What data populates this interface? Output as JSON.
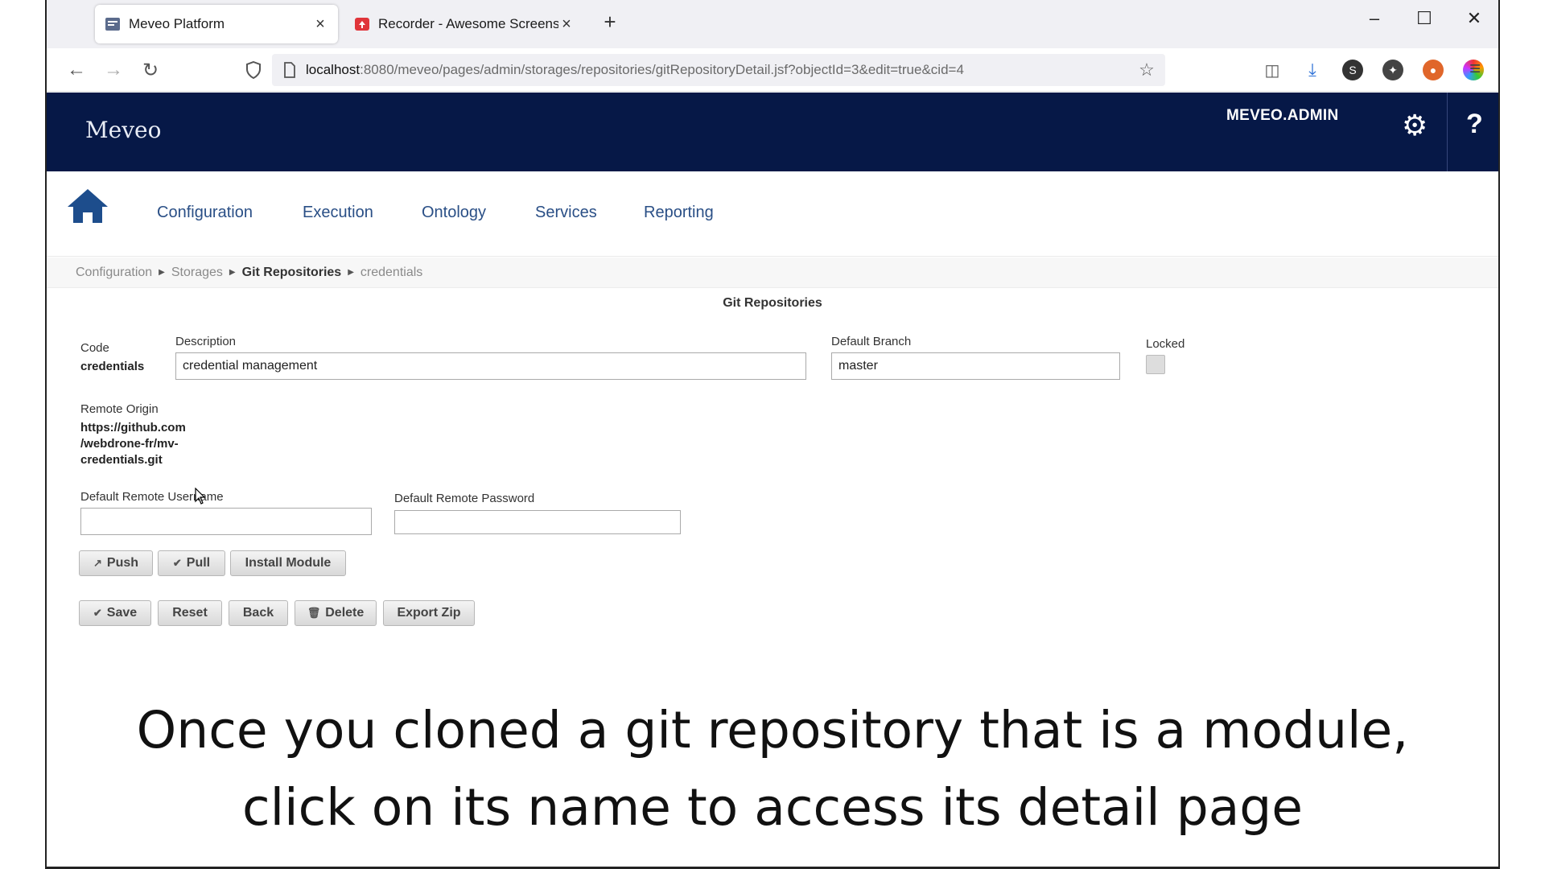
{
  "browser": {
    "tabs": [
      {
        "title": "Meveo Platform",
        "active": true
      },
      {
        "title": "Recorder - Awesome Screensho",
        "active": false
      }
    ],
    "new_tab_label": "+",
    "url_host": "localhost",
    "url_rest": ":8080/meveo/pages/admin/storages/repositories/gitRepositoryDetail.jsf?objectId=3&edit=true&cid=4"
  },
  "app": {
    "brand": "Meveo",
    "username": "MEVEO.ADMIN",
    "accent": "#061847"
  },
  "menu": {
    "items": [
      "Configuration",
      "Execution",
      "Ontology",
      "Services",
      "Reporting"
    ]
  },
  "breadcrumb": {
    "items": [
      "Configuration",
      "Storages",
      "Git Repositories",
      "credentials"
    ]
  },
  "form": {
    "title": "Git Repositories",
    "code_label": "Code",
    "code_value": "credentials",
    "description_label": "Description",
    "description_value": "credential management",
    "default_branch_label": "Default Branch",
    "default_branch_value": "master",
    "locked_label": "Locked",
    "remote_origin_label": "Remote Origin",
    "remote_origin_lines": [
      "https://github.com",
      "/webdrone-fr/mv-",
      "credentials.git"
    ],
    "username_label": "Default Remote Username",
    "username_value": "",
    "password_label": "Default Remote Password",
    "password_value": ""
  },
  "buttons": {
    "push": "Push",
    "pull": "Pull",
    "install_module": "Install Module",
    "save": "Save",
    "reset": "Reset",
    "back": "Back",
    "delete": "Delete",
    "export_zip": "Export Zip"
  },
  "caption": {
    "line1": "Once you cloned a git repository that is a module,",
    "line2": "click on its name to access its detail page"
  }
}
